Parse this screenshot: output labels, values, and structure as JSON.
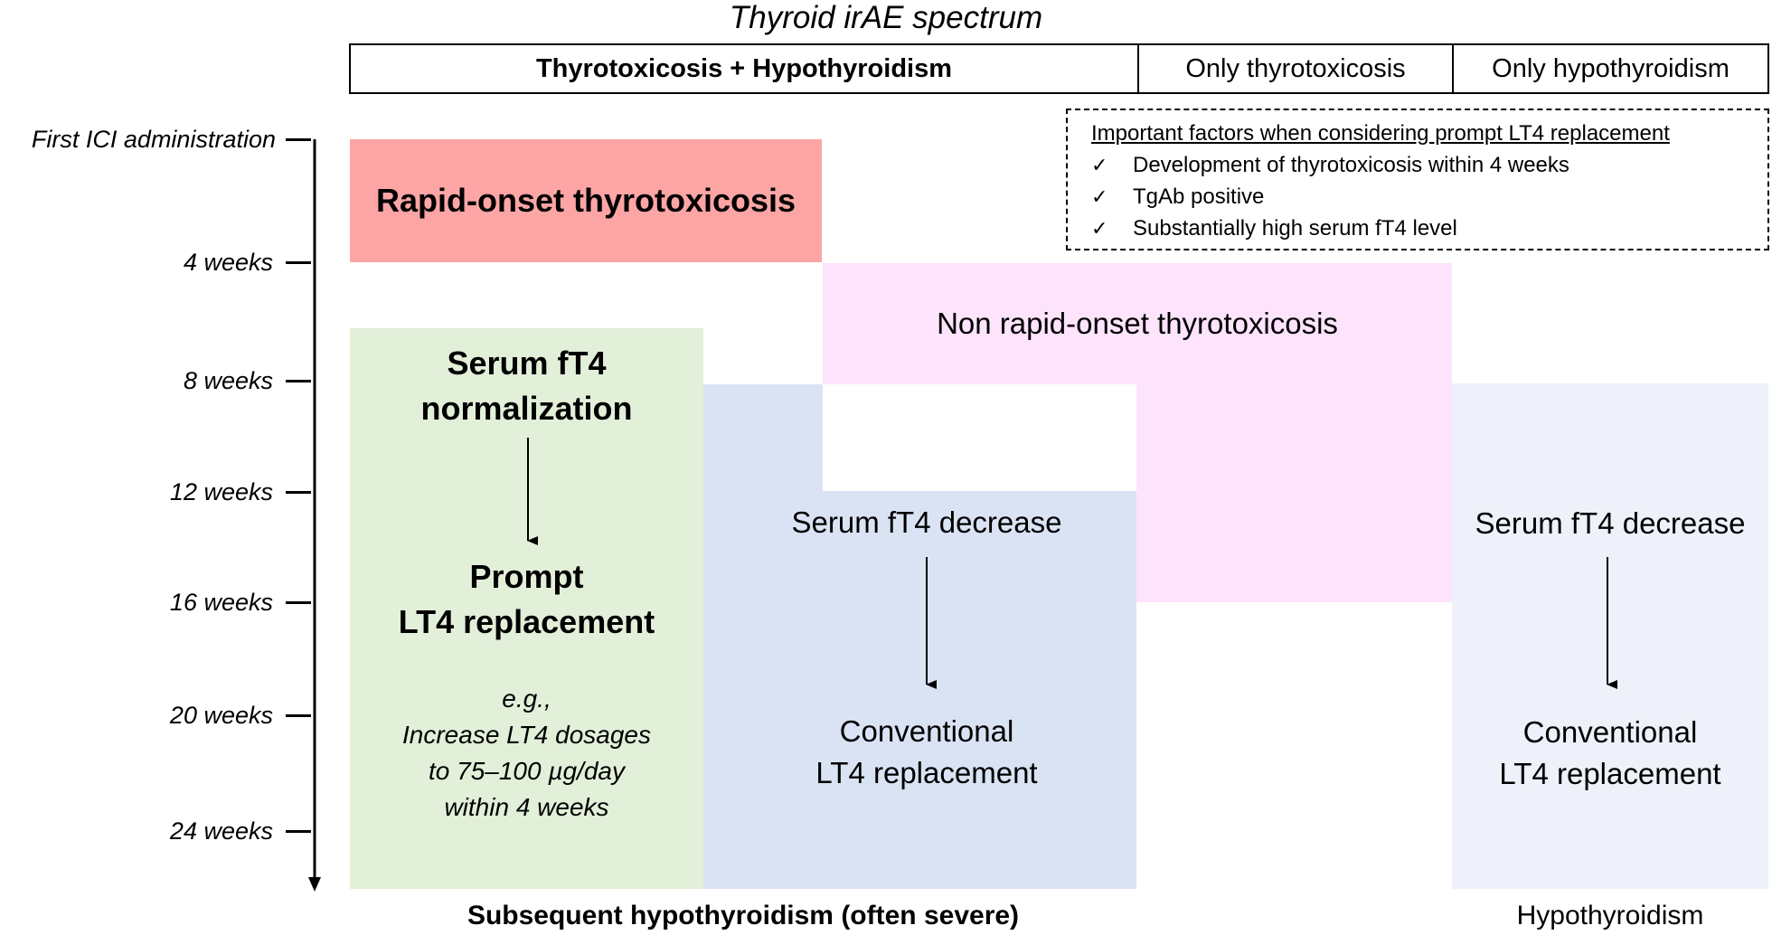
{
  "title": "Thyroid irAE spectrum",
  "headers": {
    "combined": "Thyrotoxicosis + Hypothyroidism",
    "only_thyrotoxicosis": "Only thyrotoxicosis",
    "only_hypothyroidism": "Only hypothyroidism"
  },
  "timeline": {
    "ticks": [
      "First ICI administration",
      "4 weeks",
      "8 weeks",
      "12 weeks",
      "16 weeks",
      "20 weeks",
      "24 weeks"
    ]
  },
  "factors": {
    "heading": "Important factors when considering prompt LT4 replacement",
    "items": [
      "Development of thyrotoxicosis within 4 weeks",
      "TgAb positive",
      "Substantially high serum fT4 level"
    ]
  },
  "blocks": {
    "rapid_onset": "Rapid-onset thyrotoxicosis",
    "non_rapid_onset": "Non rapid-onset thyrotoxicosis",
    "normalization_line1": "Serum fT4",
    "normalization_line2": "normalization",
    "prompt_line1": "Prompt",
    "prompt_line2": "LT4 replacement",
    "example_line1": "e.g.,",
    "example_line2": "Increase LT4 dosages",
    "example_line3": "to 75–100 µg/day",
    "example_line4": "within 4 weeks",
    "decrease_mid": "Serum fT4 decrease",
    "conventional_mid_line1": "Conventional",
    "conventional_mid_line2": "LT4 replacement",
    "decrease_right": "Serum fT4 decrease",
    "conventional_right_line1": "Conventional",
    "conventional_right_line2": "LT4 replacement"
  },
  "footers": {
    "left": "Subsequent hypothyroidism (often severe)",
    "right": "Hypothyroidism"
  },
  "colors": {
    "rapid_onset": "#fda5a5",
    "non_rapid_onset": "#fde3fb",
    "normalization": "#e2efd9",
    "conventional_mid": "#dae3f3",
    "conventional_right": "#eef1f9"
  }
}
